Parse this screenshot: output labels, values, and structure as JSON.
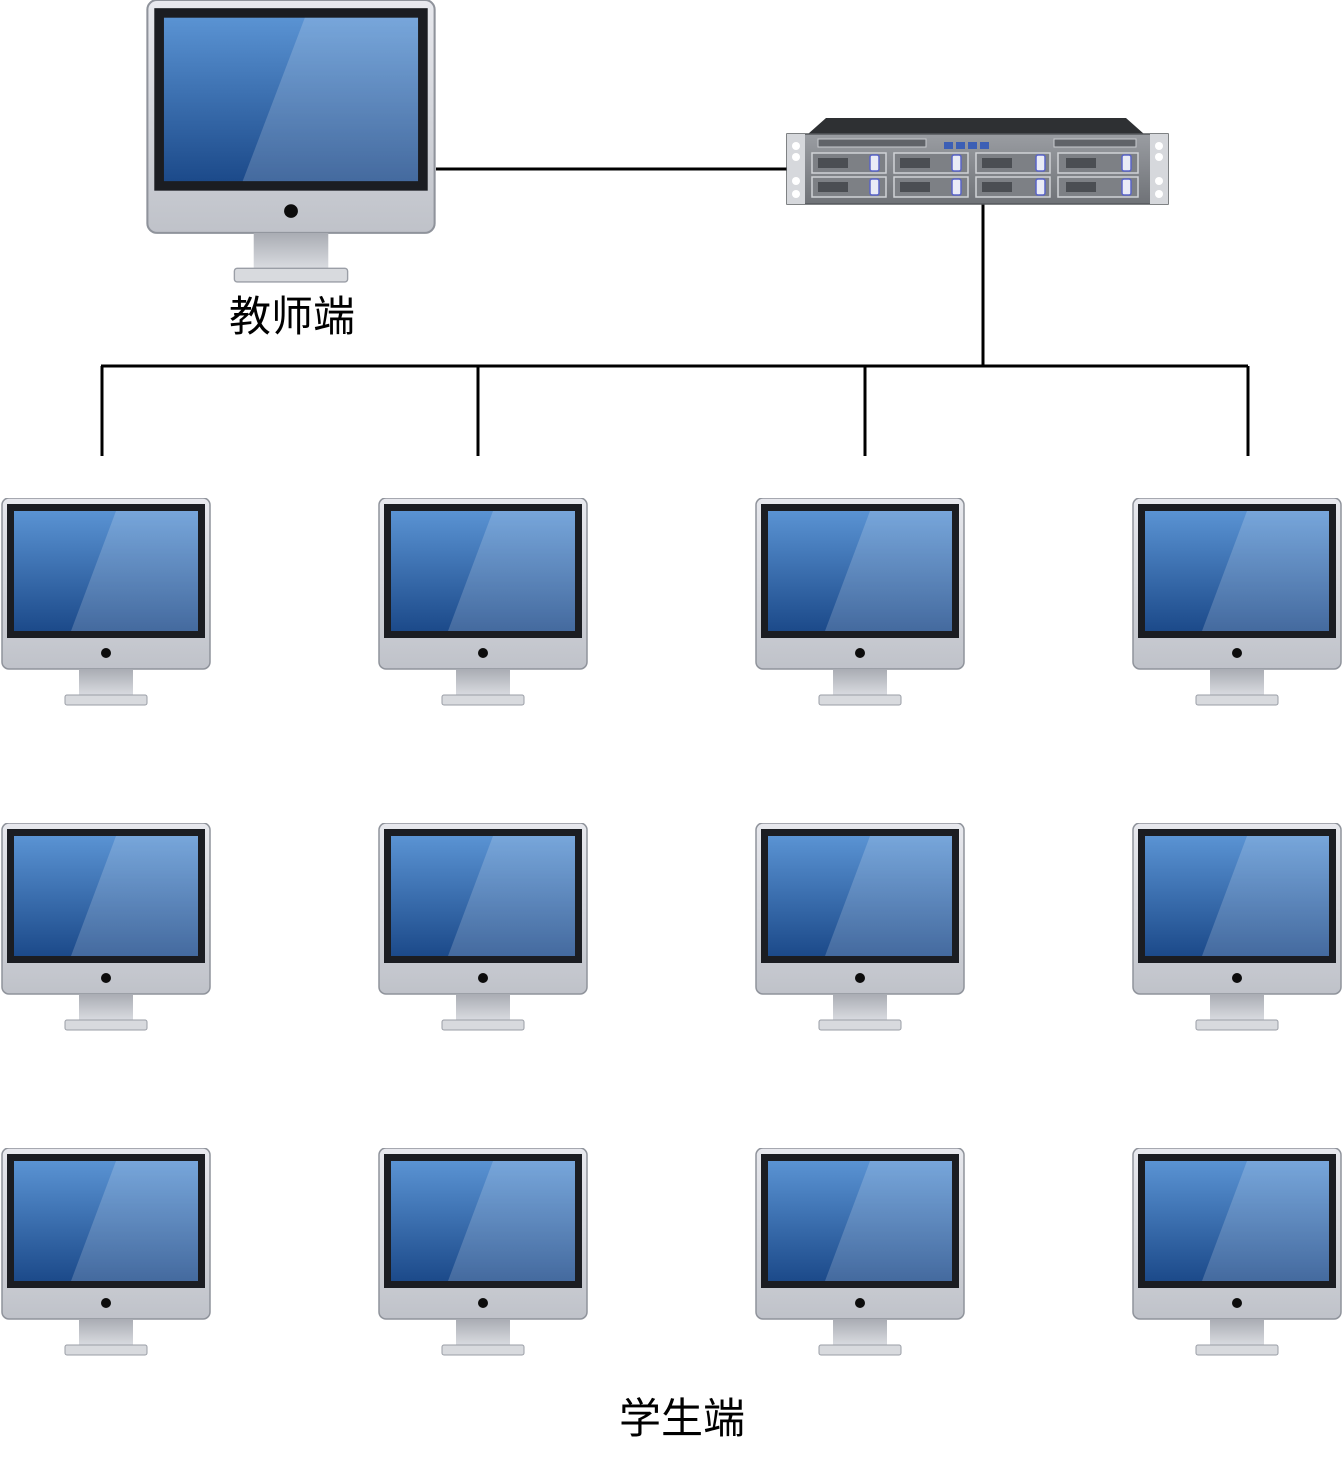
{
  "labels": {
    "teacher": "教师端",
    "students": "学生端"
  },
  "nodes": {
    "teacher": {
      "icon": "desktop-monitor-icon"
    },
    "server": {
      "icon": "rack-server-icon"
    },
    "students": {
      "icon": "desktop-monitor-icon",
      "rows": 3,
      "columns": 4,
      "count": 12
    }
  },
  "edges": [
    {
      "from": "teacher",
      "to": "server"
    },
    {
      "from": "server",
      "to": "students-row-1-col-1"
    },
    {
      "from": "server",
      "to": "students-row-1-col-2"
    },
    {
      "from": "server",
      "to": "students-row-1-col-3"
    },
    {
      "from": "server",
      "to": "students-row-1-col-4"
    }
  ],
  "colors": {
    "line": "#000000",
    "bezel": "#c5c7cd",
    "screen_top": "#5c93cf",
    "screen_bottom": "#1f4e8e",
    "server_body": "#8c8f93"
  }
}
